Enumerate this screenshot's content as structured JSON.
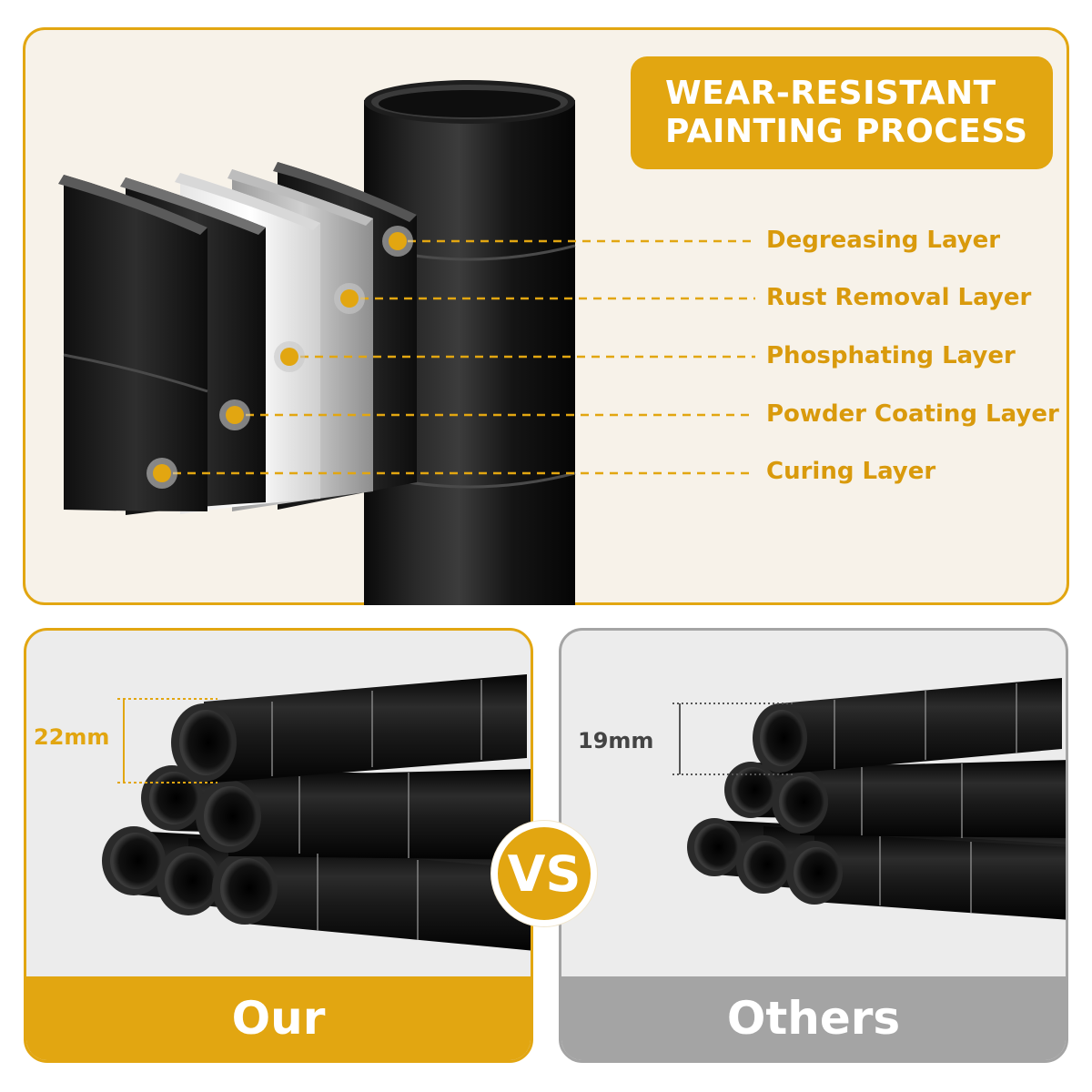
{
  "title": {
    "line1": "WEAR-RESISTANT",
    "line2": "PAINTING PROCESS"
  },
  "layers": [
    {
      "label": "Degreasing Layer"
    },
    {
      "label": "Rust Removal Layer"
    },
    {
      "label": "Phosphating Layer"
    },
    {
      "label": "Powder Coating Layer"
    },
    {
      "label": "Curing Layer"
    }
  ],
  "comparison": {
    "ours": {
      "label": "Our",
      "diameter": "22mm"
    },
    "others": {
      "label": "Others",
      "diameter": "19mm"
    },
    "vs": "VS"
  },
  "colors": {
    "accent": "#e2a611",
    "gray": "#a4a4a4",
    "pole": "#141414"
  }
}
